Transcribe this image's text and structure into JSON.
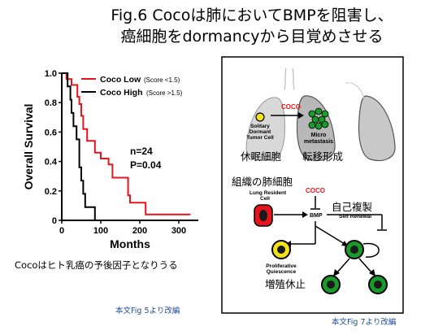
{
  "slide": {
    "title_line1": "Fig.6 Cocoは肺においてBMPを阻害し、",
    "title_line2": "癌細胞をdormancyから目覚めさせる",
    "caption": "Cocoはヒト乳癌の予後因子となりうる",
    "source_left": "本文Fig 5より改編",
    "source_right": "本文Fig 7より改編"
  },
  "chart_data": {
    "type": "line",
    "title": "",
    "xlabel": "Months",
    "ylabel": "Overall Survival",
    "xlim": [
      0,
      350
    ],
    "ylim": [
      0,
      1.0
    ],
    "xticks": [
      "0",
      "100",
      "200",
      "300"
    ],
    "yticks": [
      "0",
      "0.2",
      "0.4",
      "0.6",
      "0.8",
      "1.0"
    ],
    "legend_position": "top-right",
    "annotation_n": "n=24",
    "annotation_p": "P=0.04",
    "colors": {
      "low": "#e8141c",
      "high": "#000000"
    },
    "series": [
      {
        "name": "Coco Low",
        "legend_score": "(Score <1.5)",
        "steps": [
          [
            0,
            1.0
          ],
          [
            12,
            1.0
          ],
          [
            12,
            0.96
          ],
          [
            25,
            0.96
          ],
          [
            25,
            0.92
          ],
          [
            40,
            0.92
          ],
          [
            40,
            0.84
          ],
          [
            45,
            0.84
          ],
          [
            45,
            0.79
          ],
          [
            50,
            0.79
          ],
          [
            50,
            0.71
          ],
          [
            55,
            0.71
          ],
          [
            55,
            0.62
          ],
          [
            65,
            0.62
          ],
          [
            65,
            0.54
          ],
          [
            85,
            0.54
          ],
          [
            85,
            0.46
          ],
          [
            100,
            0.46
          ],
          [
            100,
            0.42
          ],
          [
            120,
            0.42
          ],
          [
            120,
            0.38
          ],
          [
            130,
            0.38
          ],
          [
            130,
            0.29
          ],
          [
            170,
            0.29
          ],
          [
            170,
            0.17
          ],
          [
            175,
            0.17
          ],
          [
            175,
            0.12
          ],
          [
            215,
            0.12
          ],
          [
            215,
            0.04
          ],
          [
            330,
            0.04
          ]
        ]
      },
      {
        "name": "Coco High",
        "legend_score": "(Score >1.5)",
        "steps": [
          [
            0,
            1.0
          ],
          [
            15,
            1.0
          ],
          [
            15,
            0.91
          ],
          [
            22,
            0.91
          ],
          [
            22,
            0.82
          ],
          [
            25,
            0.82
          ],
          [
            25,
            0.73
          ],
          [
            30,
            0.73
          ],
          [
            30,
            0.64
          ],
          [
            38,
            0.64
          ],
          [
            38,
            0.55
          ],
          [
            45,
            0.55
          ],
          [
            45,
            0.36
          ],
          [
            50,
            0.36
          ],
          [
            50,
            0.27
          ],
          [
            55,
            0.27
          ],
          [
            55,
            0.18
          ],
          [
            60,
            0.18
          ],
          [
            60,
            0.09
          ],
          [
            85,
            0.09
          ],
          [
            85,
            0.0
          ],
          [
            95,
            0.0
          ]
        ]
      }
    ]
  },
  "diagram": {
    "coco_label": "COCO",
    "solitary_label": [
      "Solitary",
      "Dormant",
      "Tumor Cell"
    ],
    "micro_label": [
      "Micro",
      "metastasis"
    ],
    "dormant_jp": "休眠細胞",
    "metastasis_jp": "転移形成",
    "lung_resident_jp": "組織の肺細胞",
    "lung_resident_label": [
      "Lung Resident",
      "Cell"
    ],
    "coco_label2": "COCO",
    "bmp_label": "BMP",
    "self_renewal_jp": "自己複製",
    "self_renewal_label": "Self Renewal",
    "proliferative_label": [
      "Proliferative",
      "Quiescence"
    ],
    "growth_arrest_jp": "増殖休止",
    "colors": {
      "red": "#e8141c",
      "green": "#1a9a2a",
      "yellow": "#f2e21a",
      "lung_gray": "#c8c8c8"
    }
  }
}
